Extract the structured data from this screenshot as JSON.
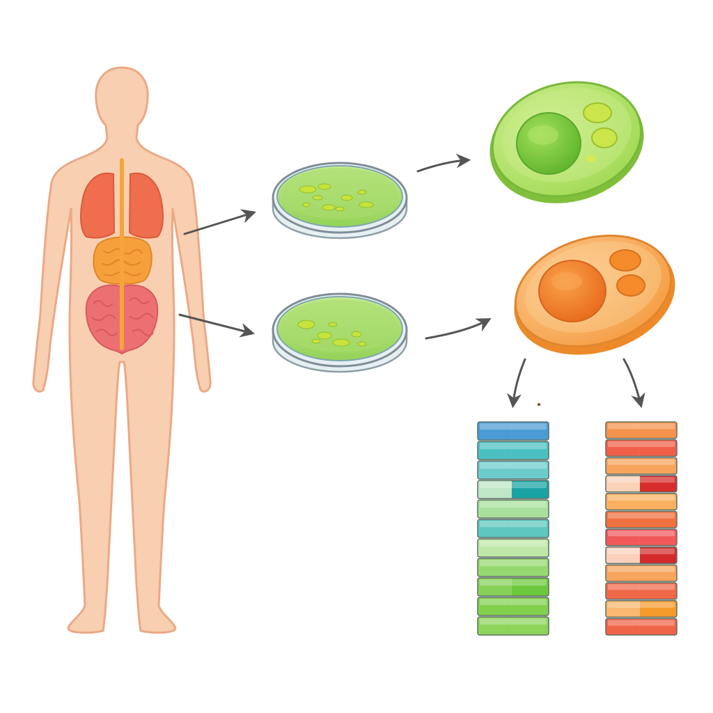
{
  "figure": {
    "background": "#ffffff",
    "colors": {
      "skin_fill": "#f8cfb0",
      "skin_stroke": "#eaa985",
      "lung": "#ee6e4e",
      "liver_gut": "#f6a03c",
      "brain_organ": "#ec6f72",
      "spine": "#f4a63a",
      "arrow": "#555555",
      "dish_rim": "#d8e6ec",
      "dish_medium": "#a6dc6a",
      "colony": "#c9e23c",
      "green_cell": "#9ed84e",
      "green_nucleus": "#72c233",
      "orange_cell": "#f7a54c",
      "orange_nucleus": "#ef7b22"
    },
    "nodes": [
      {
        "id": "human-body",
        "icon": "human-body-icon"
      },
      {
        "id": "petri-dish-top",
        "icon": "petri-dish-icon"
      },
      {
        "id": "petri-dish-bottom",
        "icon": "petri-dish-icon"
      },
      {
        "id": "green-cell",
        "icon": "cell-icon"
      },
      {
        "id": "orange-cell",
        "icon": "cell-icon"
      },
      {
        "id": "green-profile-bar",
        "icon": "stacked-bar-icon"
      },
      {
        "id": "orange-profile-bar",
        "icon": "stacked-bar-icon"
      }
    ],
    "edges": [
      {
        "from": "human-body",
        "to": "petri-dish-top"
      },
      {
        "from": "human-body",
        "to": "petri-dish-bottom"
      },
      {
        "from": "petri-dish-top",
        "to": "green-cell"
      },
      {
        "from": "petri-dish-bottom",
        "to": "orange-cell"
      },
      {
        "from": "orange-cell",
        "to": "green-profile-bar"
      },
      {
        "from": "orange-cell",
        "to": "orange-profile-bar"
      }
    ],
    "profile_bars": {
      "green": [
        {
          "left": "#4a9bd4",
          "right": "#4a9bd4"
        },
        {
          "left": "#4cc0c0",
          "right": "#4cc0c0"
        },
        {
          "left": "#6ccccc",
          "right": "#6ccccc"
        },
        {
          "left": "#bfe6c6",
          "right": "#1aa3a3"
        },
        {
          "left": "#a8e19c",
          "right": "#a8e19c"
        },
        {
          "left": "#5ec8c0",
          "right": "#5ec8c0"
        },
        {
          "left": "#bfe8a8",
          "right": "#bfe8a8"
        },
        {
          "left": "#96d870",
          "right": "#96d870"
        },
        {
          "left": "#86d258",
          "right": "#6cc83c"
        },
        {
          "left": "#82d04c",
          "right": "#82d04c"
        },
        {
          "left": "#8ed45a",
          "right": "#8ed45a"
        }
      ],
      "orange": [
        {
          "left": "#f5934c",
          "right": "#f5934c"
        },
        {
          "left": "#f06048",
          "right": "#f06048"
        },
        {
          "left": "#f7a45c",
          "right": "#f7a45c"
        },
        {
          "left": "#f9d2b8",
          "right": "#d92c2c"
        },
        {
          "left": "#fab060",
          "right": "#fab060"
        },
        {
          "left": "#f07040",
          "right": "#f07040"
        },
        {
          "left": "#f0585a",
          "right": "#f0585a"
        },
        {
          "left": "#fad0bc",
          "right": "#d42a2c"
        },
        {
          "left": "#f7a45c",
          "right": "#f7a45c"
        },
        {
          "left": "#f06848",
          "right": "#f06848"
        },
        {
          "left": "#fab870",
          "right": "#f59a2c"
        },
        {
          "left": "#f06448",
          "right": "#f06448"
        }
      ]
    }
  }
}
